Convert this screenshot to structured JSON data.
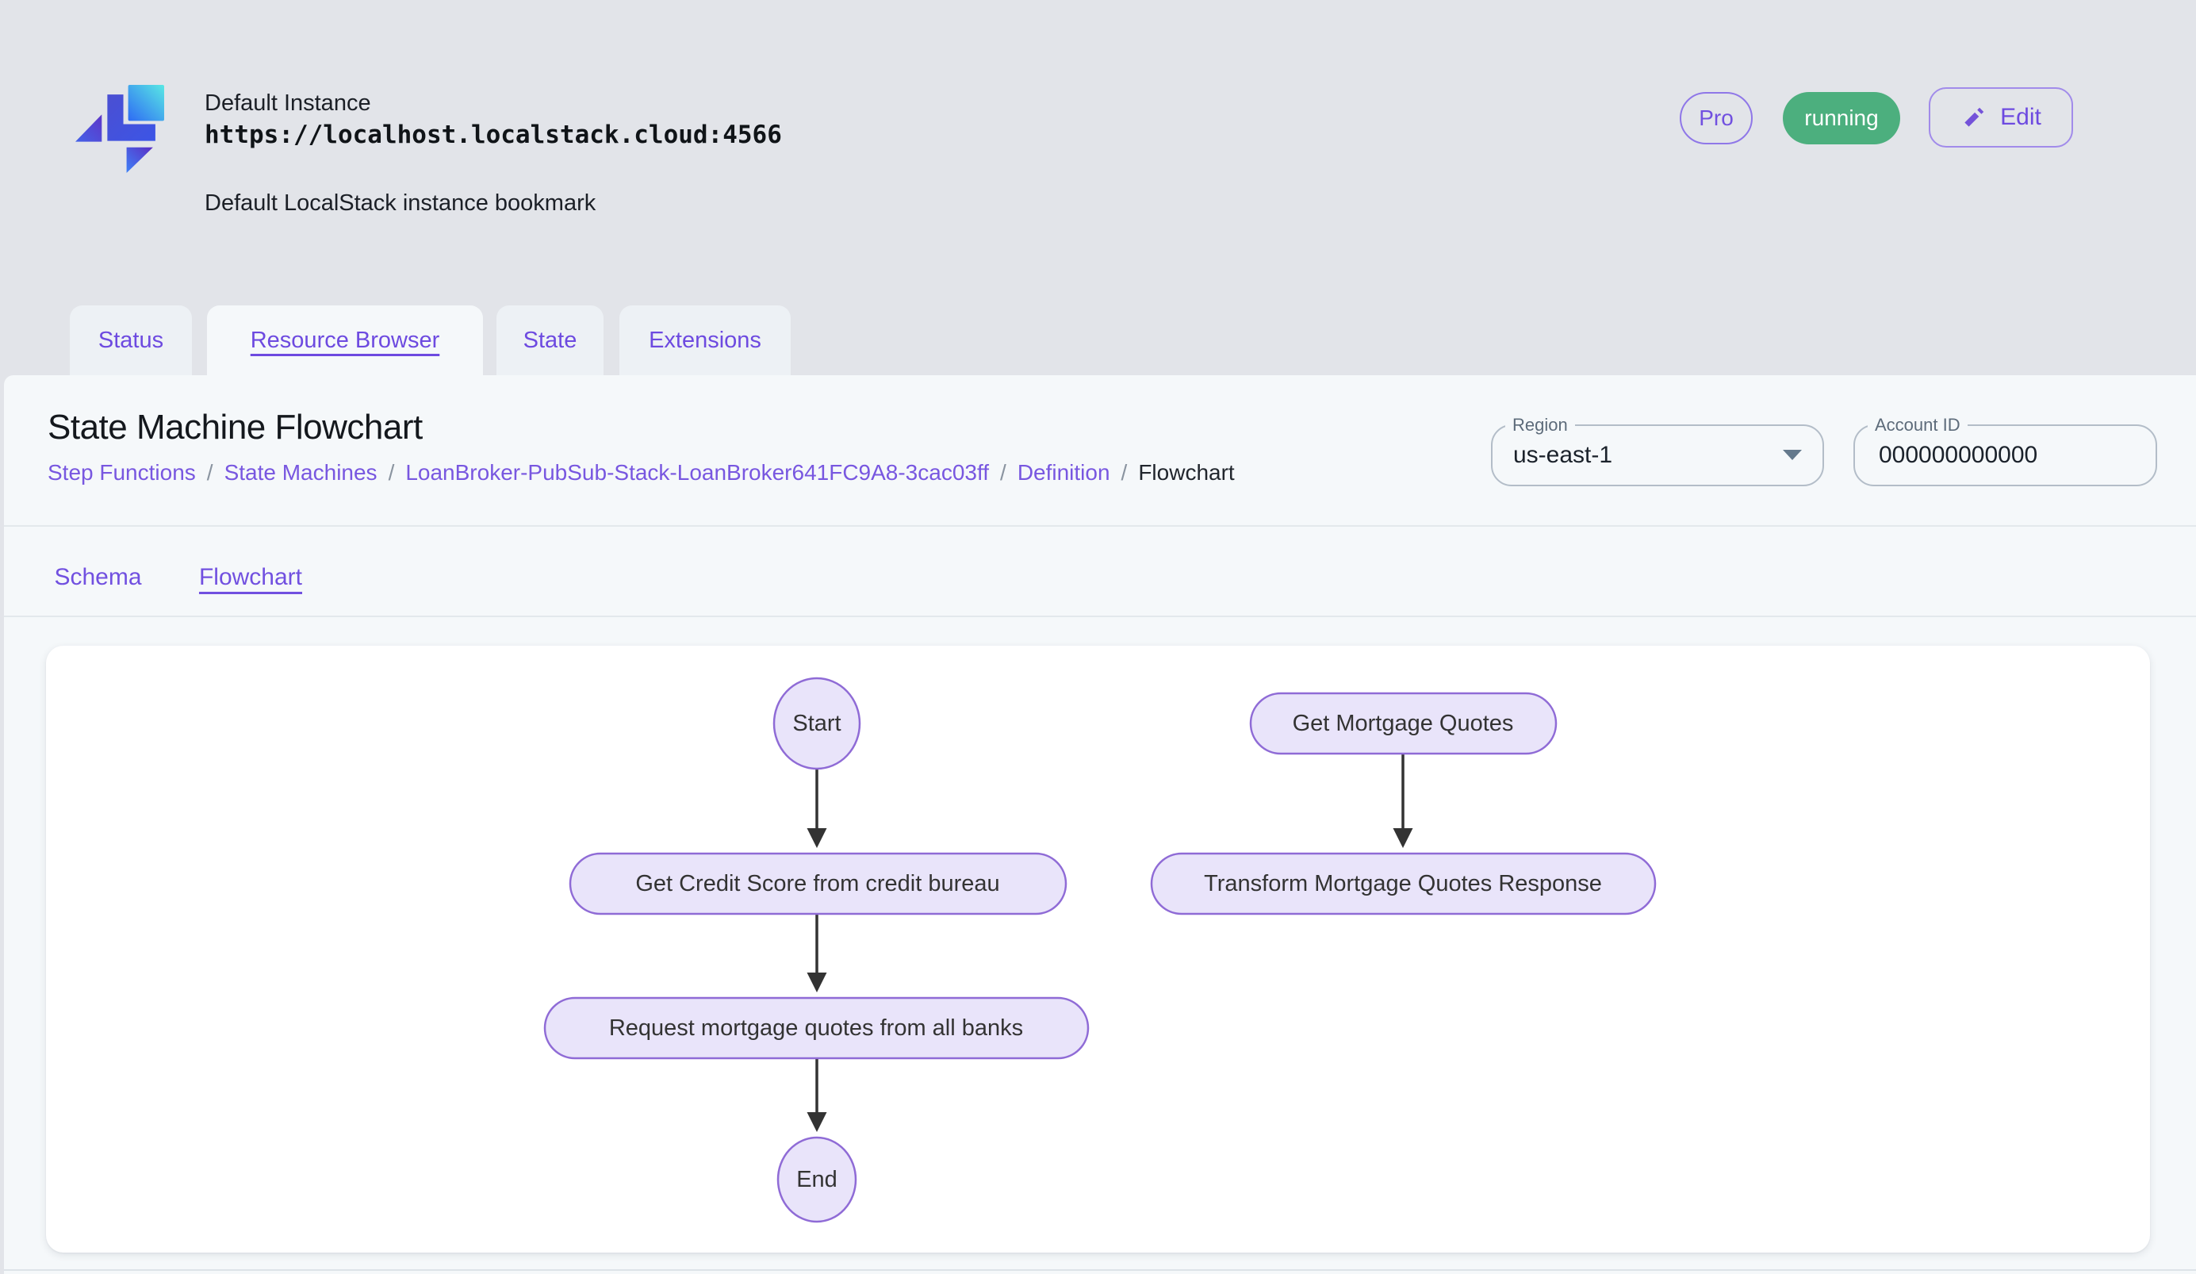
{
  "header": {
    "instance_name": "Default Instance",
    "instance_url": "https://localhost.localstack.cloud:4566",
    "instance_description": "Default LocalStack instance bookmark",
    "pro_badge": "Pro",
    "status_badge": "running",
    "edit_button": "Edit"
  },
  "tabs": [
    {
      "label": "Status",
      "active": false
    },
    {
      "label": "Resource Browser",
      "active": true
    },
    {
      "label": "State",
      "active": false
    },
    {
      "label": "Extensions",
      "active": false
    }
  ],
  "page": {
    "title": "State Machine Flowchart",
    "breadcrumb": [
      {
        "label": "Step Functions"
      },
      {
        "label": "State Machines"
      },
      {
        "label": "LoanBroker-PubSub-Stack-LoanBroker641FC9A8-3cac03ff"
      },
      {
        "label": "Definition"
      },
      {
        "label": "Flowchart"
      }
    ],
    "breadcrumb_separator": "/",
    "region": {
      "label": "Region",
      "value": "us-east-1"
    },
    "account": {
      "label": "Account ID",
      "value": "000000000000"
    },
    "subtabs": [
      {
        "label": "Schema",
        "active": false
      },
      {
        "label": "Flowchart",
        "active": true
      }
    ]
  },
  "flowchart": {
    "nodes": [
      {
        "id": "start",
        "label": "Start",
        "type": "circle"
      },
      {
        "id": "get-credit-score",
        "label": "Get Credit Score from credit bureau",
        "type": "stadium"
      },
      {
        "id": "request-quotes",
        "label": "Request mortgage quotes from all banks",
        "type": "stadium"
      },
      {
        "id": "end",
        "label": "End",
        "type": "circle"
      },
      {
        "id": "get-mortgage-quotes",
        "label": "Get Mortgage Quotes",
        "type": "stadium"
      },
      {
        "id": "transform-response",
        "label": "Transform Mortgage Quotes Response",
        "type": "stadium"
      }
    ],
    "edges": [
      {
        "from": "start",
        "to": "get-credit-score"
      },
      {
        "from": "get-credit-score",
        "to": "request-quotes"
      },
      {
        "from": "request-quotes",
        "to": "end"
      },
      {
        "from": "get-mortgage-quotes",
        "to": "transform-response"
      }
    ]
  },
  "colors": {
    "accent_purple": "#7857E0",
    "status_green": "#4CAF7E",
    "header_bg": "#E2E4E9",
    "panel_bg": "#F5F8FA",
    "node_fill": "#E9E4FA",
    "node_stroke": "#8F6BD6",
    "arrow": "#333333"
  }
}
